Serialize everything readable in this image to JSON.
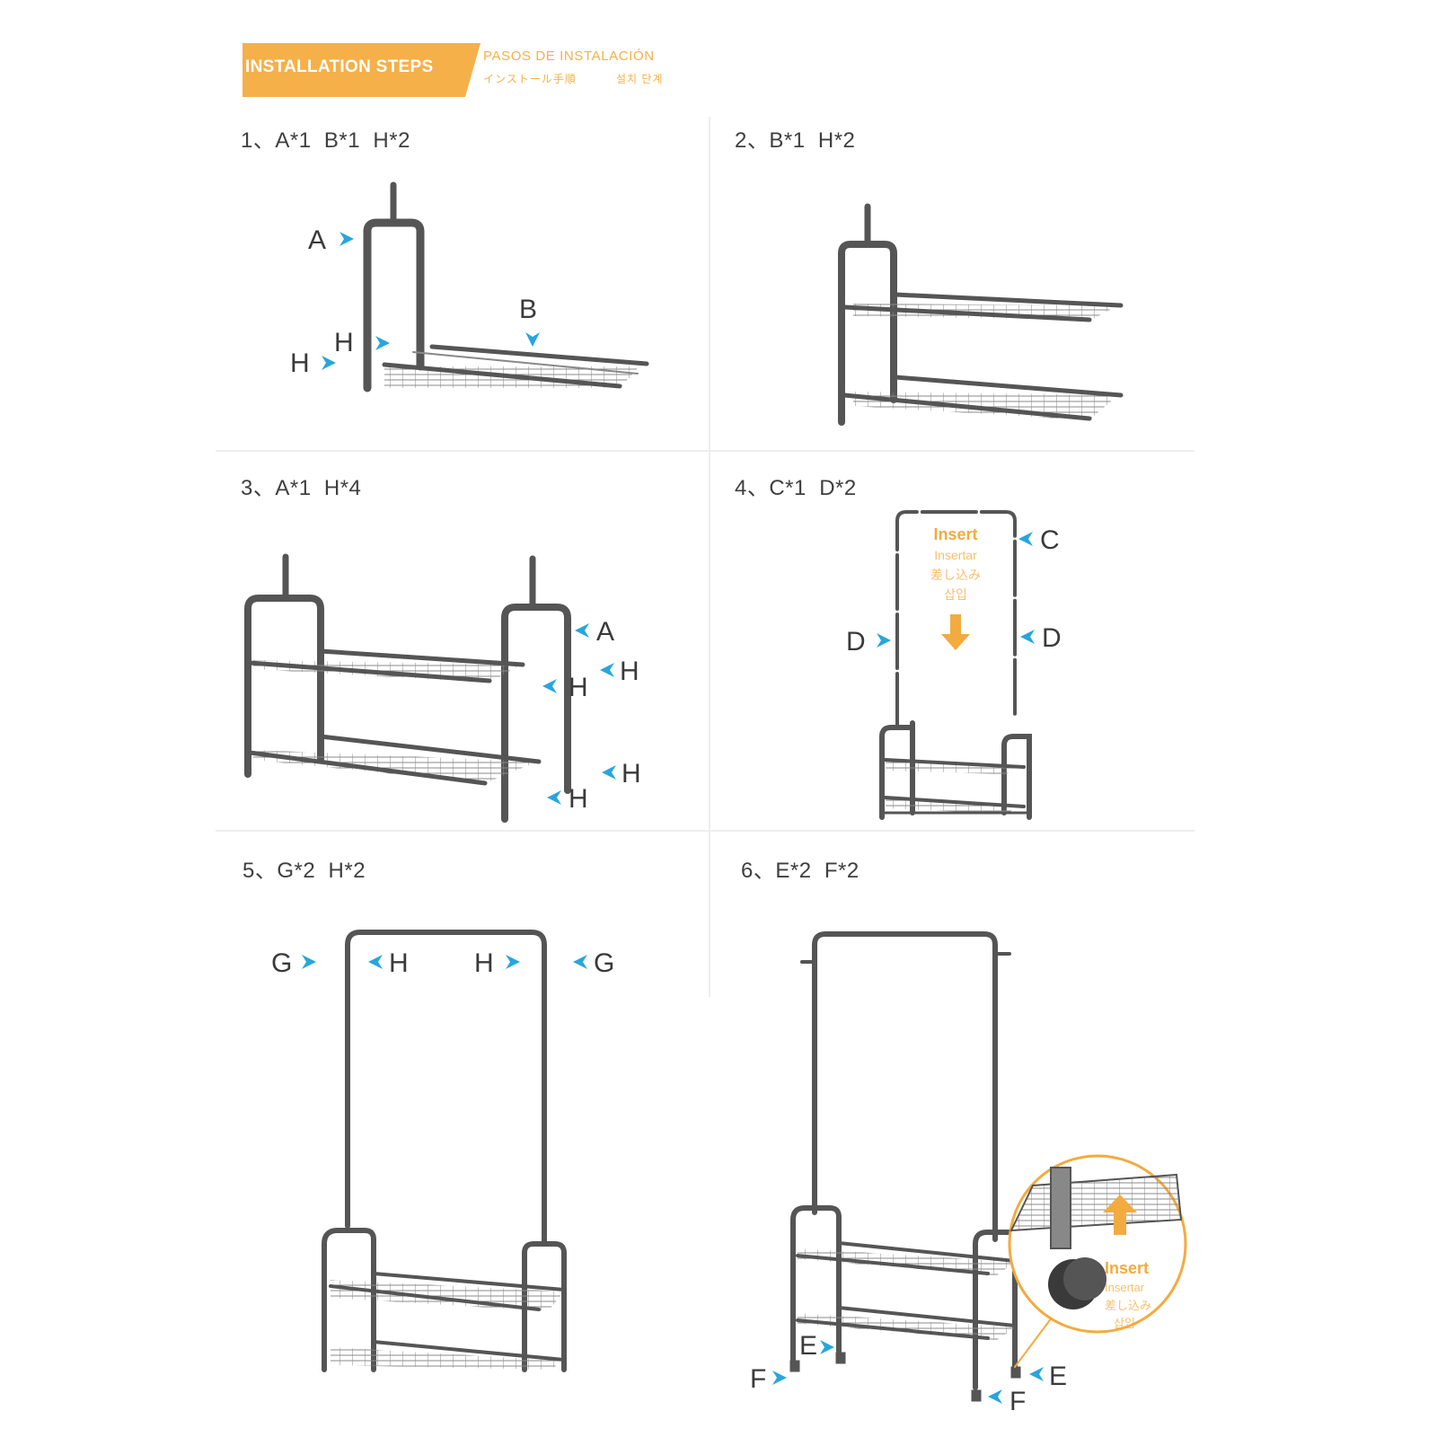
{
  "header": {
    "title": "INSTALLATION STEPS",
    "title_es": "PASOS DE INSTALACIÓN",
    "title_jp": "インストール手順",
    "title_kr": "설치 단계",
    "accent_color": "#f5b04a"
  },
  "steps": [
    {
      "title": "1、A*1  B*1  H*2",
      "labels": {
        "a": "A",
        "b": "B",
        "h1": "H",
        "h2": "H"
      }
    },
    {
      "title": "2、B*1  H*2"
    },
    {
      "title": "3、A*1  H*4",
      "labels": {
        "a": "A",
        "h1": "H",
        "h2": "H",
        "h3": "H",
        "h4": "H"
      }
    },
    {
      "title": "4、C*1  D*2",
      "labels": {
        "c": "C",
        "d1": "D",
        "d2": "D"
      },
      "insert": {
        "en": "Insert",
        "es": "Insertar",
        "jp": "差し込み",
        "kr": "삽입"
      }
    },
    {
      "title": "5、G*2  H*2",
      "labels": {
        "g1": "G",
        "h1": "H",
        "h2": "H",
        "g2": "G"
      }
    },
    {
      "title": "6、E*2  F*2",
      "labels": {
        "e1": "E",
        "e2": "E",
        "f1": "F",
        "f2": "F"
      },
      "insert": {
        "en": "Insert",
        "es": "Insertar",
        "jp": "差し込み",
        "kr": "삽입"
      }
    }
  ],
  "colors": {
    "arrow": "#27a6dd",
    "frame": "#555555",
    "insert": "#f3ab3f"
  }
}
